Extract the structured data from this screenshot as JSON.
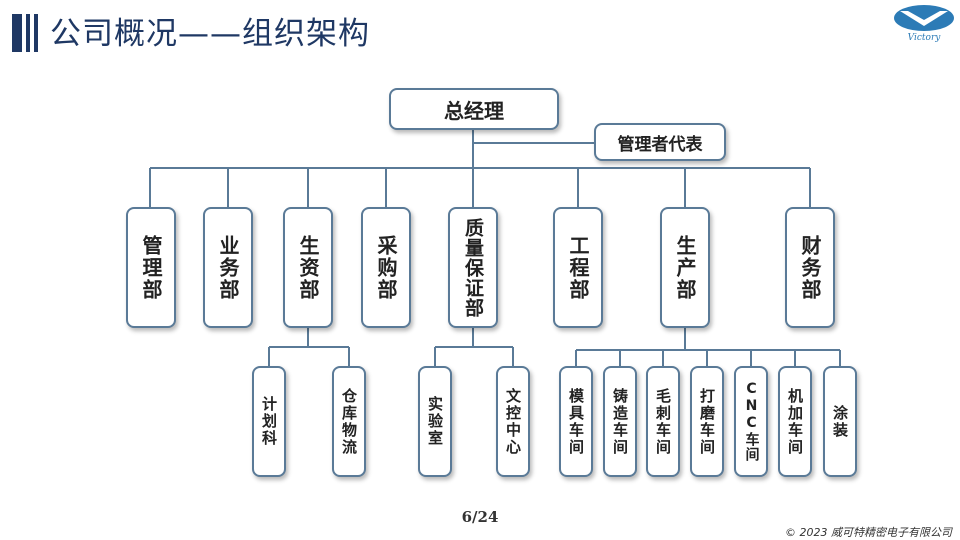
{
  "title": "公司概况——组织架构",
  "logo": {
    "icon": "victory-logo-icon",
    "text": "Victory",
    "color": "#2c7bb6"
  },
  "colors": {
    "title": "#1f3864",
    "line": "#5a7a97",
    "border": "#5a7a97"
  },
  "org": {
    "root": "总经理",
    "staff": "管理者代表",
    "departments": [
      {
        "name": "管理部",
        "children": []
      },
      {
        "name": "业务部",
        "children": []
      },
      {
        "name": "生资部",
        "children": [
          "计划科",
          "仓库物流"
        ]
      },
      {
        "name": "采购部",
        "children": []
      },
      {
        "name": "质量保证部",
        "children": [
          "实验室",
          "文控中心"
        ]
      },
      {
        "name": "工程部",
        "children": []
      },
      {
        "name": "生产部",
        "children": [
          "模具车间",
          "铸造车间",
          "毛刺车间",
          "打磨车间",
          "CNC车间",
          "机加车间",
          "涂装"
        ]
      },
      {
        "name": "财务部",
        "children": []
      }
    ]
  },
  "page": "6/24",
  "copyright": "© 2023 威可特精密电子有限公司"
}
